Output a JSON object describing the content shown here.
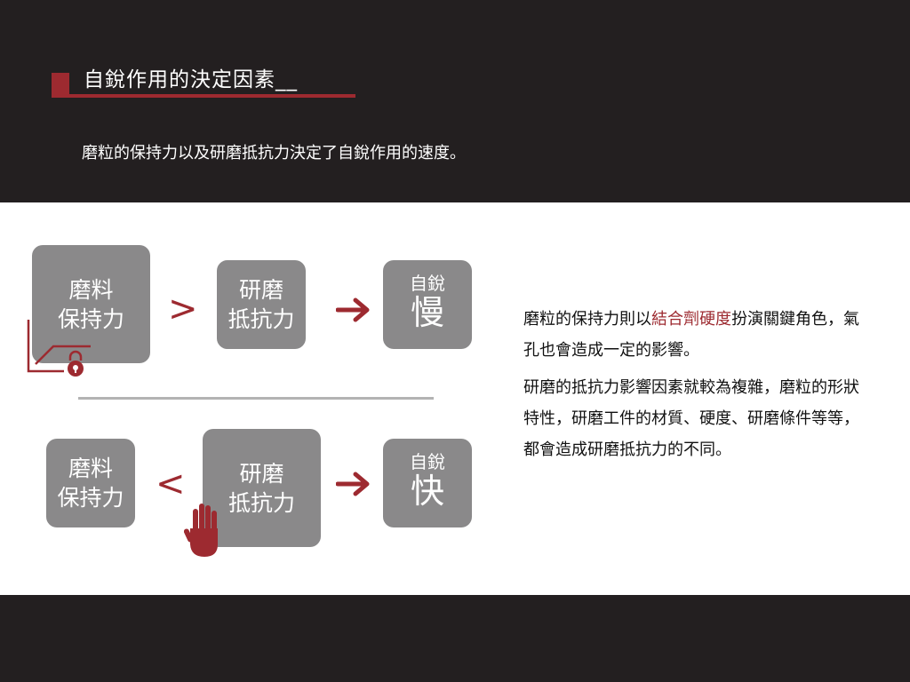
{
  "title": "自銳作用的決定因素__",
  "subtitle": "磨粒的保持力以及研磨抵抗力決定了自銳作用的速度。",
  "row1": {
    "box1": [
      "磨料",
      "保持力"
    ],
    "operator": ">",
    "box2": [
      "研磨",
      "抵抗力"
    ],
    "result_small": "自銳",
    "result_big": "慢"
  },
  "row2": {
    "box1": [
      "磨料",
      "保持力"
    ],
    "operator": "<",
    "box2": [
      "研磨",
      "抵抗力"
    ],
    "result_small": "自銳",
    "result_big": "快"
  },
  "description": {
    "p1_before": "磨粒的保持力則以",
    "p1_highlight": "結合劑硬度",
    "p1_after": "扮演關鍵角色，氣孔也會造成一定的影響。",
    "p2": "研磨的抵抗力影響因素就較為複雜，磨粒的形狀特性，研磨工件的材質、硬度、研磨條件等等，都會造成研磨抵抗力的不同。"
  },
  "colors": {
    "accent": "#9d2a30",
    "box": "#8a898a",
    "band": "#231f20"
  },
  "icons": [
    "padlock-icon",
    "hand-stop-icon",
    "arrow-right-icon"
  ]
}
